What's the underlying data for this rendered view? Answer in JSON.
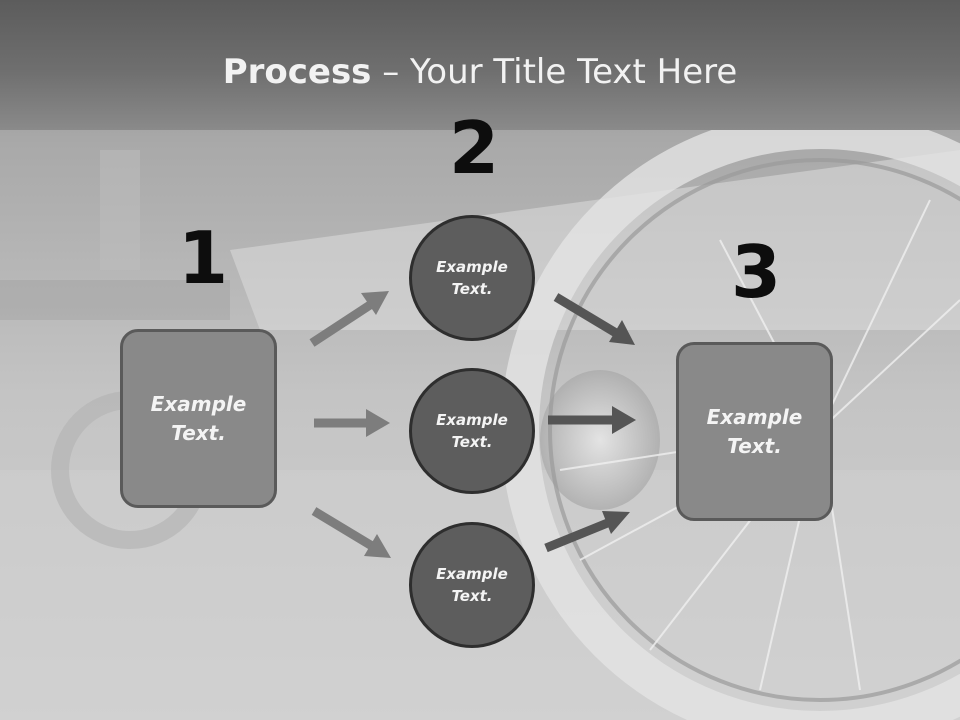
{
  "slide": {
    "title_bold": "Process",
    "title_rest": " – Your Title Text Here",
    "steps": [
      {
        "number": "1",
        "text": "Example Text."
      },
      {
        "number": "2"
      },
      {
        "number": "3",
        "text": "Example Text."
      }
    ],
    "circles": [
      {
        "text": "Example Text."
      },
      {
        "text": "Example Text."
      },
      {
        "text": "Example Text."
      }
    ]
  },
  "colors": {
    "box_fill": "#898989",
    "circle_fill": "#5d5d5d",
    "arrow_left": "#7d7d7d",
    "arrow_right": "#555555"
  }
}
